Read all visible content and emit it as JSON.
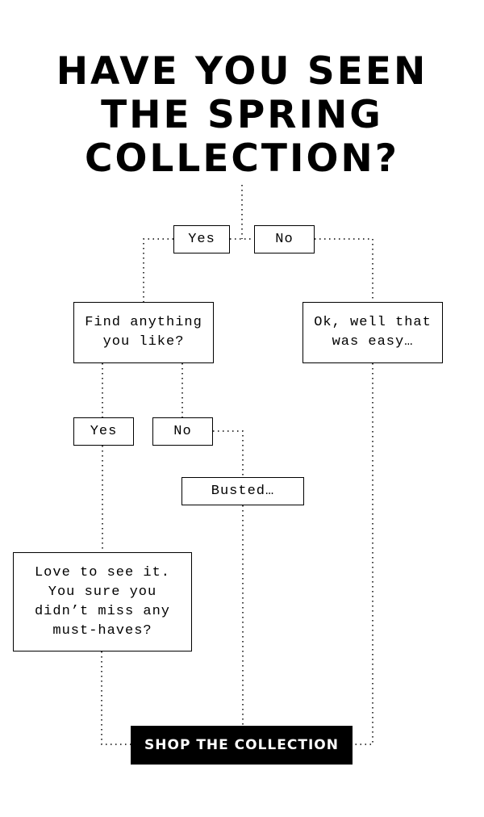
{
  "title": {
    "line1": "HAVE YOU SEEN",
    "line2": "THE SPRING",
    "line3": "COLLECTION?"
  },
  "flow": {
    "yes_1": "Yes",
    "no_1": "No",
    "find_anything": "Find anything you like?",
    "ok_easy": "Ok, well that was easy…",
    "yes_2": "Yes",
    "no_2": "No",
    "busted": "Busted…",
    "love_to_see": "Love to see it. You sure you didn’t miss any must-haves?"
  },
  "cta": {
    "label": "SHOP THE COLLECTION"
  }
}
